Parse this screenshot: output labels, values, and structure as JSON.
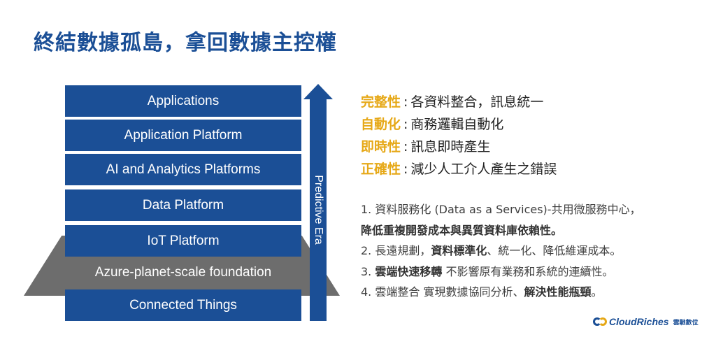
{
  "title": "終結數據孤島，拿回數據主控權",
  "stack": {
    "layers": [
      "Applications",
      "Application Platform",
      "AI and Analytics Platforms",
      "Data Platform",
      "IoT Platform",
      "Azure-planet-scale foundation",
      "Connected Things"
    ],
    "arrow_label": "Predictive Era"
  },
  "features": [
    {
      "key": "完整性",
      "sep": ":",
      "value": "各資料整合，訊息統一"
    },
    {
      "key": "自動化",
      "sep": ":",
      "value": "商務邏輯自動化"
    },
    {
      "key": "即時性",
      "sep": ":",
      "value": "訊息即時產生"
    },
    {
      "key": "正確性",
      "sep": ":",
      "value": "減少人工介人產生之錯誤"
    }
  ],
  "notes": {
    "n1_a": "1. 資料服務化 (Data as a Services)-共用微服務中心，",
    "n1_b": "降低重複開發成本與異質資料庫依賴性。",
    "n2_a": "2. 長遠規劃，",
    "n2_b": "資料標準化",
    "n2_c": "、統一化、降低維運成本。",
    "n3_a": "3. ",
    "n3_b": "雲端快速移轉",
    "n3_c": " 不影響原有業務和系統的連續性。",
    "n4_a": "4. 雲端整合 實現數據協同分析、",
    "n4_b": "解決性能瓶頸",
    "n4_c": "。"
  },
  "logo": {
    "name": "CloudRiches",
    "sub": "雲馳數位"
  }
}
